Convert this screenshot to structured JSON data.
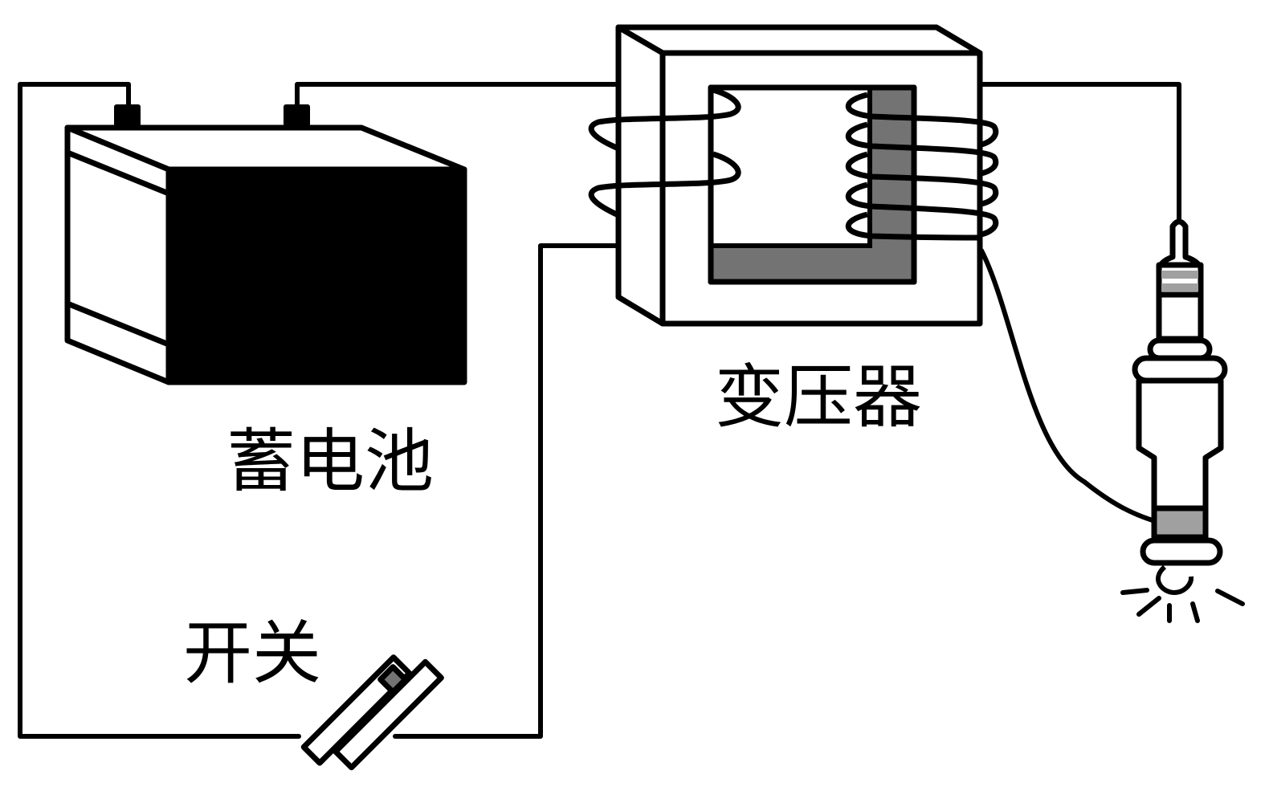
{
  "diagram": {
    "labels": {
      "battery": "蓄电池",
      "transformer": "变压器",
      "switch": "开关"
    },
    "components": [
      "battery",
      "transformer",
      "switch",
      "spark-plug"
    ],
    "colors": {
      "line": "#000000",
      "core_shade": "#737373",
      "plug_band": "#a0a0a0",
      "background": "#ffffff"
    }
  }
}
